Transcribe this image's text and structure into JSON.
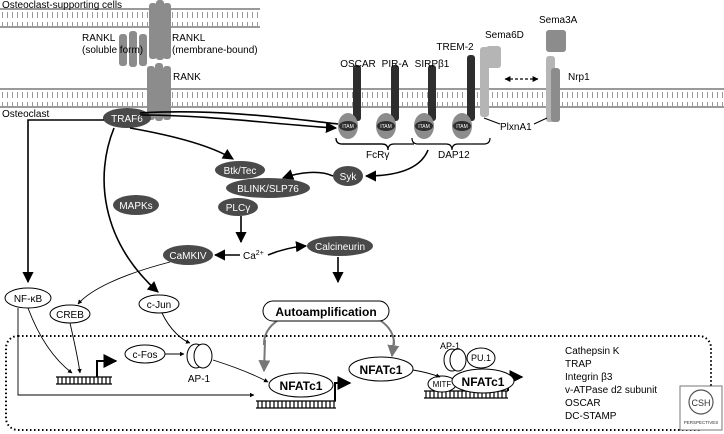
{
  "membranes": {
    "top_label": "Osteoclast-supporting cells",
    "bottom_label": "Osteoclast"
  },
  "ligands": {
    "rankl_soluble": [
      "RANKL",
      "(soluble form)"
    ],
    "rankl_membrane": [
      "RANKL",
      "(membrane-bound)"
    ],
    "rank": "RANK",
    "sema6d": "Sema6D",
    "sema3a": "Sema3A",
    "nrp1": "Nrp1",
    "plxna1": "PlxnA1"
  },
  "receptors": {
    "oscar": "OSCAR",
    "pira": "PIR-A",
    "sirpb1": "SIRPβ1",
    "trem2": "TREM-2",
    "itam": "ITAM",
    "fcrg": "FcRγ",
    "dap12": "DAP12"
  },
  "nodes": {
    "traf6": "TRAF6",
    "mapks": "MAPKs",
    "btk": "Btk/Tec",
    "blnk": "BLINK/SLP76",
    "plcg": "PLCγ",
    "syk": "Syk",
    "camkiv": "CaMKIV",
    "ca": "Ca",
    "ca_sup": "2+",
    "calcineurin": "Calcineurin",
    "nfkb": "NF-κB",
    "creb": "CREB",
    "cjun": "c-Jun",
    "autoamp": "Autoamplification",
    "cfos": "c-Fos",
    "ap1": "AP-1",
    "nfatc1": "NFATc1",
    "pu1": "PU.1",
    "mitf": "MITF"
  },
  "target_genes": [
    "Cathepsin K",
    "TRAP",
    "Integrin β3",
    "v-ATPase d2 subunit",
    "OSCAR",
    "DC-STAMP"
  ],
  "logo": {
    "text": "CSH",
    "sub": "PERSPECTIVES"
  },
  "colors": {
    "dark": "#4a4a4a",
    "receptor": "#2e2e2e",
    "gray": "#8c8c8c",
    "light_gray": "#b5b5b5",
    "membrane": "#9a9a9a"
  }
}
